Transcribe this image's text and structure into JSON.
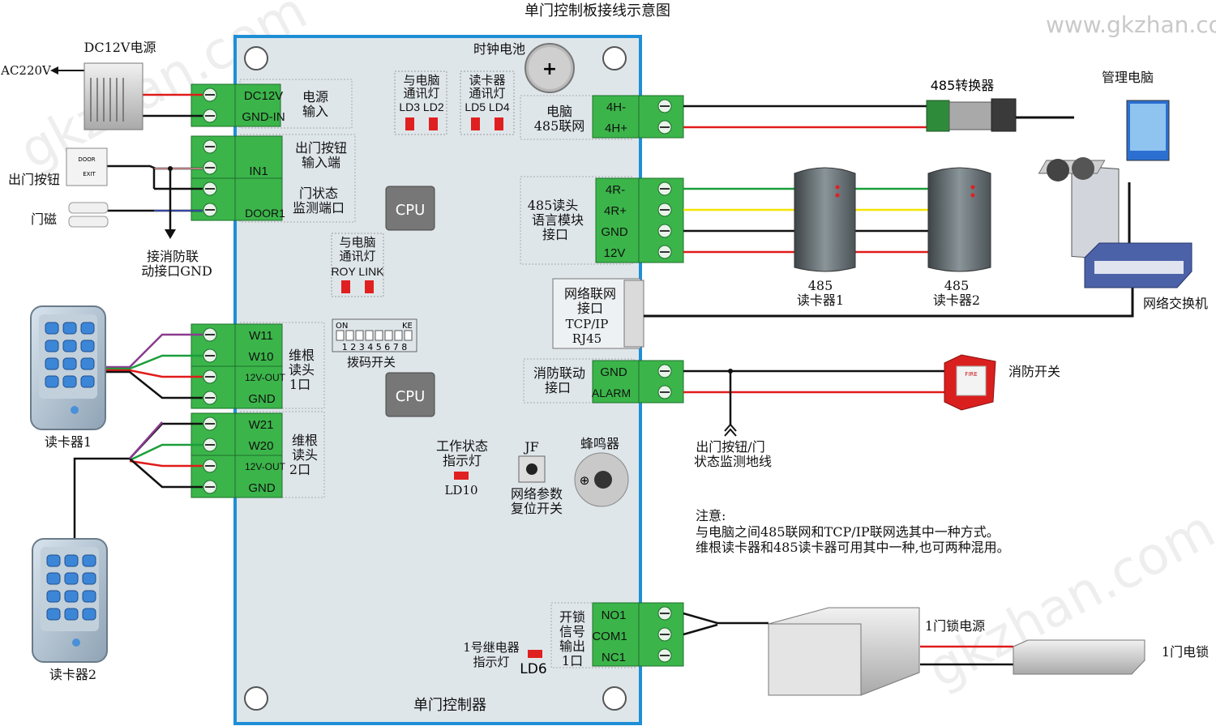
{
  "title": "单门控制板接线示意图",
  "watermark": "www.gkzhan.com",
  "watermark_bg": "gkzhan.com",
  "board": {
    "name": "单门控制器",
    "clock_battery": "时钟电池",
    "cpu1": "CPU",
    "cpu2": "CPU",
    "led_ld3_ld2_title": [
      "与电脑",
      "通讯灯"
    ],
    "led_ld3_ld2_pins": "LD3 LD2",
    "led_ld5_ld4_title": [
      "读卡器",
      "通讯灯"
    ],
    "led_ld5_ld4_pins": "LD5 LD4",
    "led_roy_title": [
      "与电脑",
      "通讯灯"
    ],
    "led_roy_pins": "ROY LINK",
    "dip_on": "ON",
    "dip_ke": "KE",
    "dip_nums": "1 2 3 4 5 6 7 8",
    "dip_label": "拨码开关",
    "work_led_title": [
      "工作状态",
      "指示灯"
    ],
    "work_led_name": "LD10",
    "jf": "JF",
    "reset_label": [
      "网络参数",
      "复位开关"
    ],
    "buzzer": "蜂鸣器",
    "relay_led": [
      "1号继电器",
      "指示灯"
    ],
    "relay_led_name": "LD6"
  },
  "blocks": {
    "power": {
      "label": [
        "电源",
        "输入"
      ],
      "pins": [
        "DC12V",
        "GND-IN"
      ]
    },
    "exit_btn": {
      "label": [
        "出门按钮",
        "输入端"
      ],
      "pins": [
        "IN1"
      ]
    },
    "door": {
      "label": [
        "门状态",
        "监测端口"
      ],
      "pins": [
        "DOOR1"
      ]
    },
    "wiegand1": {
      "label": [
        "维根",
        "读头",
        "1口"
      ],
      "pins": [
        "W11",
        "W10",
        "12V-OUT",
        "GND"
      ]
    },
    "wiegand2": {
      "label": [
        "维根",
        "读头",
        "2口"
      ],
      "pins": [
        "W21",
        "W20",
        "12V-OUT",
        "GND"
      ]
    },
    "pc485": {
      "label": [
        "电脑",
        "485联网"
      ],
      "pins": [
        "4H-",
        "4H+"
      ]
    },
    "reader485": {
      "label": [
        "485读头",
        "语言模块",
        "接口"
      ],
      "pins": [
        "4R-",
        "4R+",
        "GND",
        "12V"
      ]
    },
    "rj45": {
      "label": [
        "网络联网",
        "接口",
        "TCP/IP",
        "RJ45"
      ]
    },
    "fire": {
      "label": [
        "消防联动",
        "接口"
      ],
      "pins": [
        "GND",
        "ALARM"
      ]
    },
    "lock": {
      "label": [
        "开锁",
        "信号",
        "输出",
        "1口"
      ],
      "pins": [
        "NO1",
        "COM1",
        "NC1"
      ]
    }
  },
  "devices": {
    "psu": "DC12V电源",
    "ac": "AC220V",
    "exit_button": "出门按钮",
    "door_sensor": "门磁",
    "fire_gnd": [
      "接消防联",
      "动接口GND"
    ],
    "reader1": "读卡器1",
    "reader2": "读卡器2",
    "converter": "485转换器",
    "pc": "管理电脑",
    "switch": "网络交换机",
    "r485_1": [
      "485",
      "读卡器1"
    ],
    "r485_2": [
      "485",
      "读卡器2"
    ],
    "fire_switch": "消防开关",
    "ground_note": [
      "出门按钮/门",
      "状态监测地线"
    ],
    "lock_power": "1门锁电源",
    "door_lock": "1门电锁",
    "exit_plate": [
      "DOOR",
      "EXIT"
    ],
    "fire_plate": "FIRE"
  },
  "note": {
    "title": "注意:",
    "lines": [
      "与电脑之间485联网和TCP/IP联网选其中一种方式。",
      "维根读卡器和485读卡器可用其中一种,也可两种混用。"
    ]
  },
  "colors": {
    "board_bg": "#dfe6ea",
    "board_border": "#1e8fd6",
    "terminal": "#3bb54a",
    "wire_red": "#e01b1b",
    "wire_green": "#1a9e3a",
    "wire_yellow": "#f2e600",
    "wire_purple": "#8a3b8f",
    "led_red": "#e02020"
  }
}
